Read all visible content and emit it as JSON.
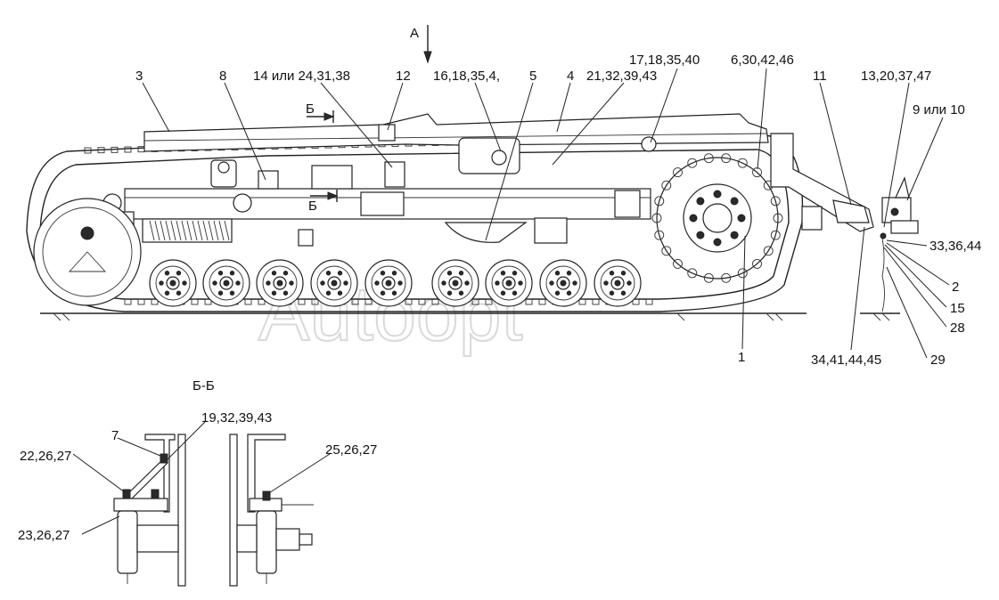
{
  "watermark": "Autoopt",
  "view_marks": {
    "arrow_a": "А",
    "section_b_top": "Б",
    "section_b_bottom": "Б",
    "section_title": "Б-Б"
  },
  "callouts": [
    {
      "label": "3"
    },
    {
      "label": "8"
    },
    {
      "label": "14 или 24,31,38"
    },
    {
      "label": "12"
    },
    {
      "label": "16,18,35,4,"
    },
    {
      "label": "5"
    },
    {
      "label": "4"
    },
    {
      "label": "21,32,39,43"
    },
    {
      "label": "17,18,35,40"
    },
    {
      "label": "6,30,42,46"
    },
    {
      "label": "11"
    },
    {
      "label": "13,20,37,47"
    },
    {
      "label": "9 или 10"
    },
    {
      "label": "33,36,44"
    },
    {
      "label": "2"
    },
    {
      "label": "15"
    },
    {
      "label": "28"
    },
    {
      "label": "29"
    },
    {
      "label": "34,41,44,45"
    },
    {
      "label": "1"
    }
  ],
  "section_callouts": [
    {
      "label": "19,32,39,43"
    },
    {
      "label": "7"
    },
    {
      "label": "22,26,27"
    },
    {
      "label": "25,26,27"
    },
    {
      "label": "23,26,27"
    }
  ]
}
